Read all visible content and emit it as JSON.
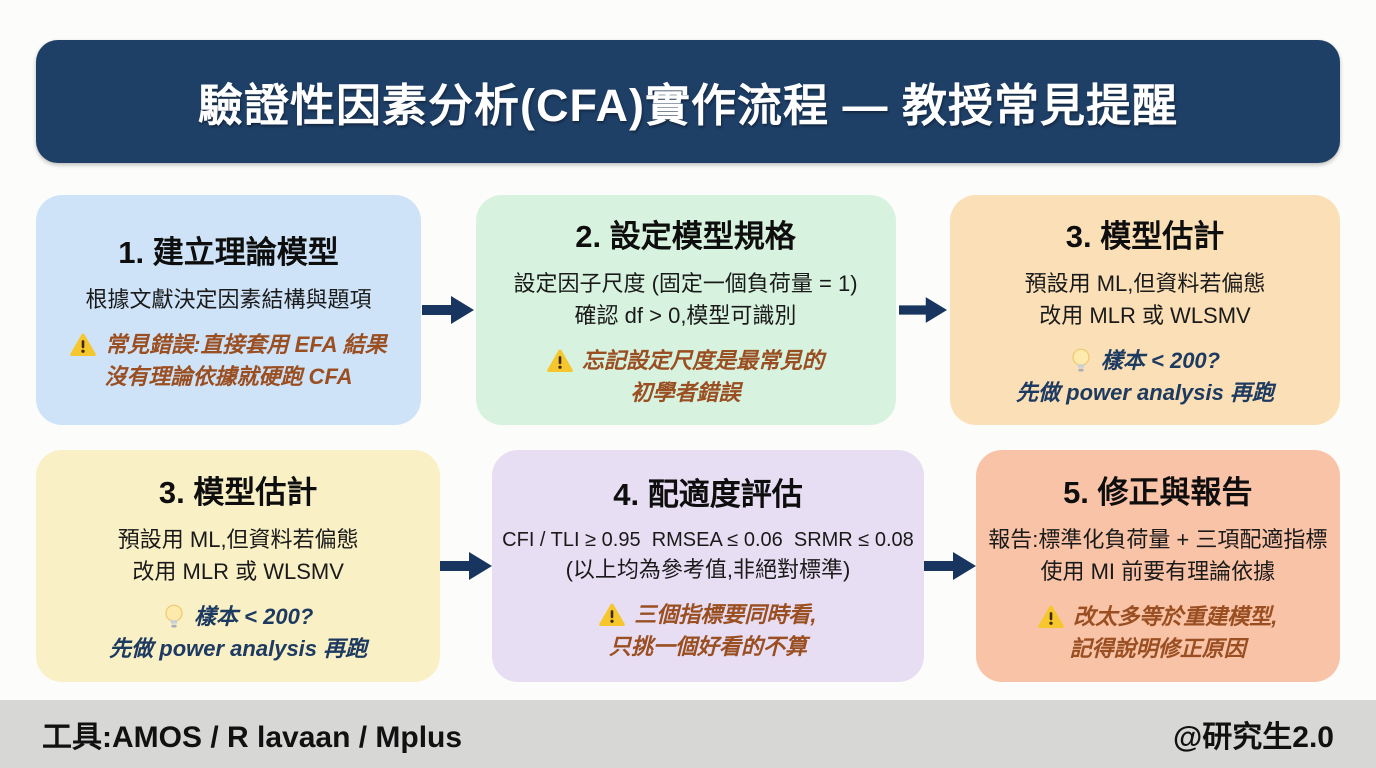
{
  "header": {
    "title": "驗證性因素分析(CFA)實作流程 — 教授常見提醒"
  },
  "colors": {
    "page_bg": "#fcfcfa",
    "header_bg": "#1e3f66",
    "header_text": "#ffffff",
    "arrow": "#17355e",
    "warning_text": "#9a4f22",
    "tip_text": "#1d3a60",
    "warning_icon": "#f6c62d",
    "footer_bg": "#d7d7d5",
    "card_step1_bg": "#cfe3f8",
    "card_step2_bg": "#d7f2de",
    "card_step3_bg": "#fbdfb6",
    "card_step3_dup_bg": "#faf0c6",
    "card_step4_bg": "#e8def3",
    "card_step5_bg": "#f9c3a7"
  },
  "icons": {
    "warning": "warning-triangle-icon",
    "tip": "lightbulb-icon",
    "flow": "arrow-right-icon"
  },
  "cards": [
    {
      "title": "1. 建立理論模型",
      "body1": "根據文獻決定因素結構與題項",
      "note_type": "warning",
      "note1": "常見錯誤:直接套用 EFA 結果",
      "note2": "沒有理論依據就硬跑 CFA"
    },
    {
      "title": "2. 設定模型規格",
      "body1": "設定因子尺度 (固定一個負荷量 = 1)",
      "body2": "確認 df > 0,模型可識別",
      "note_type": "warning",
      "note1": "忘記設定尺度是最常見的",
      "note2": "初學者錯誤"
    },
    {
      "title": "3. 模型估計",
      "body1": "預設用 ML,但資料若偏態",
      "body2": "改用 MLR 或 WLSMV",
      "note_type": "tip",
      "note1": "樣本 < 200?",
      "note2": "先做 power analysis 再跑"
    },
    {
      "title": "3. 模型估計",
      "body1": "預設用 ML,但資料若偏態",
      "body2": "改用 MLR 或 WLSMV",
      "note_type": "tip",
      "note1": "樣本 < 200?",
      "note2": "先做 power analysis 再跑"
    },
    {
      "title": "4. 配適度評估",
      "body1": "CFI / TLI ≥ 0.95  RMSEA ≤ 0.06  SRMR ≤ 0.08",
      "body2": "(以上均為參考值,非絕對標準)",
      "note_type": "warning",
      "note1": "三個指標要同時看,",
      "note2": "只挑一個好看的不算"
    },
    {
      "title": "5. 修正與報告",
      "body1": "報告:標準化負荷量 + 三項配適指標",
      "body2": "使用 MI 前要有理論依據",
      "note_type": "warning",
      "note1": "改太多等於重建模型,",
      "note2": "記得說明修正原因"
    }
  ],
  "footer": {
    "tools": "工具:AMOS / R lavaan / Mplus",
    "credit": "@研究生2.0"
  }
}
